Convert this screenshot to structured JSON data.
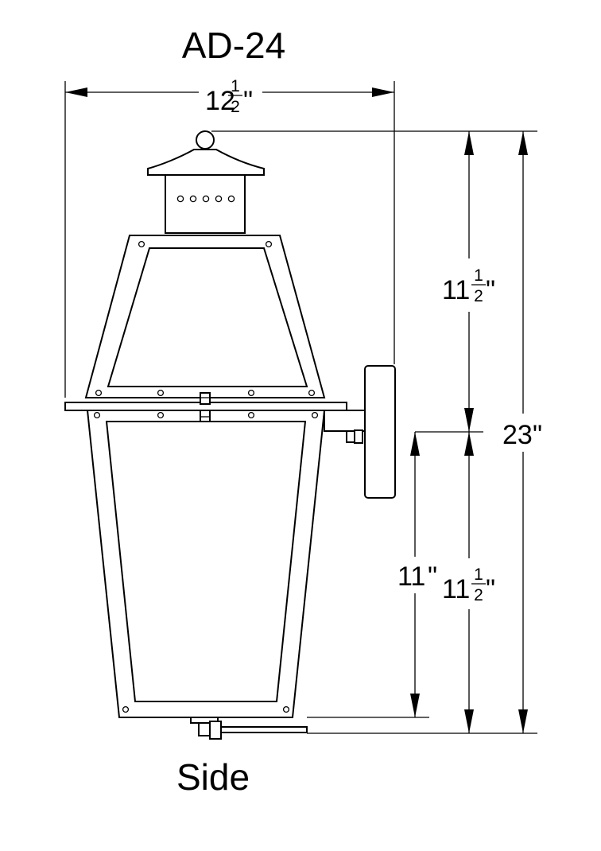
{
  "title": "AD-24",
  "view_label": "Side",
  "dimensions": {
    "width": {
      "whole": "12",
      "num": "1",
      "den": "2",
      "unit": "\""
    },
    "overall_height": {
      "whole": "23",
      "unit": "\""
    },
    "upper_height": {
      "whole": "11",
      "num": "1",
      "den": "2",
      "unit": "\""
    },
    "lower_height": {
      "whole": "11",
      "num": "1",
      "den": "2",
      "unit": "\""
    },
    "mount_height": {
      "whole": "11",
      "unit": "\""
    }
  }
}
